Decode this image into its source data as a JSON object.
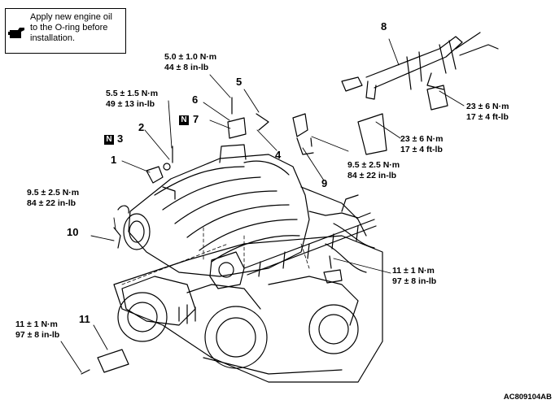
{
  "note": {
    "text_line1": "Apply new engine oil",
    "text_line2": "to the O-ring before",
    "text_line3": "installation.",
    "icon": "oil-can-icon"
  },
  "callouts": {
    "c1": "1",
    "c2": "2",
    "c3": "3",
    "c4": "4",
    "c5": "5",
    "c6": "6",
    "c7": "7",
    "c8": "8",
    "c9": "9",
    "c10": "10",
    "c11": "11"
  },
  "n_marks": {
    "n3": "N",
    "n7": "N"
  },
  "torques": {
    "t_5_0_a": "5.0 ± 1.0 N·m",
    "t_5_0_b": "44 ± 8 in-lb",
    "t_5_5_a": "5.5 ± 1.5 N·m",
    "t_5_5_b": "49 ± 13 in-lb",
    "t_9_5_left_a": "9.5 ± 2.5 N·m",
    "t_9_5_left_b": "84 ± 22 in-lb",
    "t_9_5_right_a": "9.5 ± 2.5 N·m",
    "t_9_5_right_b": "84 ± 22 in-lb",
    "t_23_upper_a": "23 ± 6 N·m",
    "t_23_upper_b": "17 ± 4 ft-lb",
    "t_23_lower_a": "23 ± 6 N·m",
    "t_23_lower_b": "17 ± 4 ft-lb",
    "t_11_right_a": "11 ± 1 N·m",
    "t_11_right_b": "97 ± 8 in-lb",
    "t_11_left_a": "11 ± 1 N·m",
    "t_11_left_b": "97 ± 8 in-lb"
  },
  "figure_code": "AC809104AB"
}
